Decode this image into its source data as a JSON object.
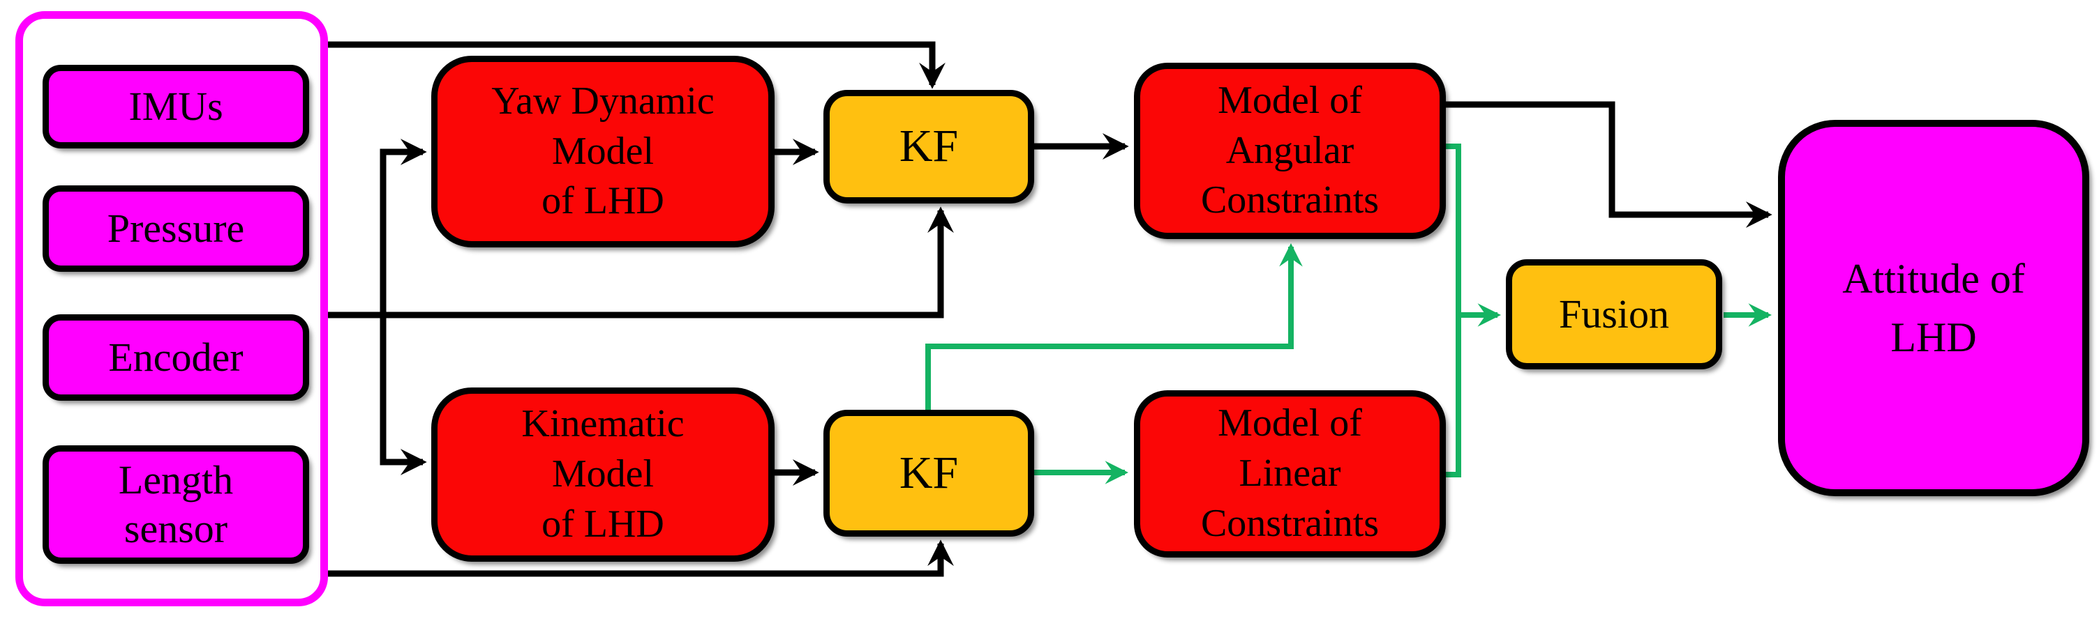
{
  "figure": {
    "sensor_panel": {
      "items": [
        {
          "label": "IMUs"
        },
        {
          "label": "Pressure"
        },
        {
          "label": "Encoder"
        },
        {
          "label": "Length\nsensor"
        }
      ]
    },
    "nodes": {
      "yaw_model": {
        "label": "Yaw Dynamic\nModel\nof LHD"
      },
      "kf_top": {
        "label": "KF"
      },
      "angular_model": {
        "label": "Model of\nAngular\nConstraints"
      },
      "kinematic_model": {
        "label": "Kinematic\nModel\nof LHD"
      },
      "kf_bottom": {
        "label": "KF"
      },
      "linear_model": {
        "label": "Model of\nLinear\nConstraints"
      },
      "fusion": {
        "label": "Fusion"
      },
      "attitude": {
        "label": "Attitude of\nLHD"
      }
    }
  },
  "colors": {
    "magenta": "#ff00ff",
    "red": "#fb0606",
    "orange": "#ffc010",
    "green": "#14b362",
    "ink": "#000000"
  }
}
